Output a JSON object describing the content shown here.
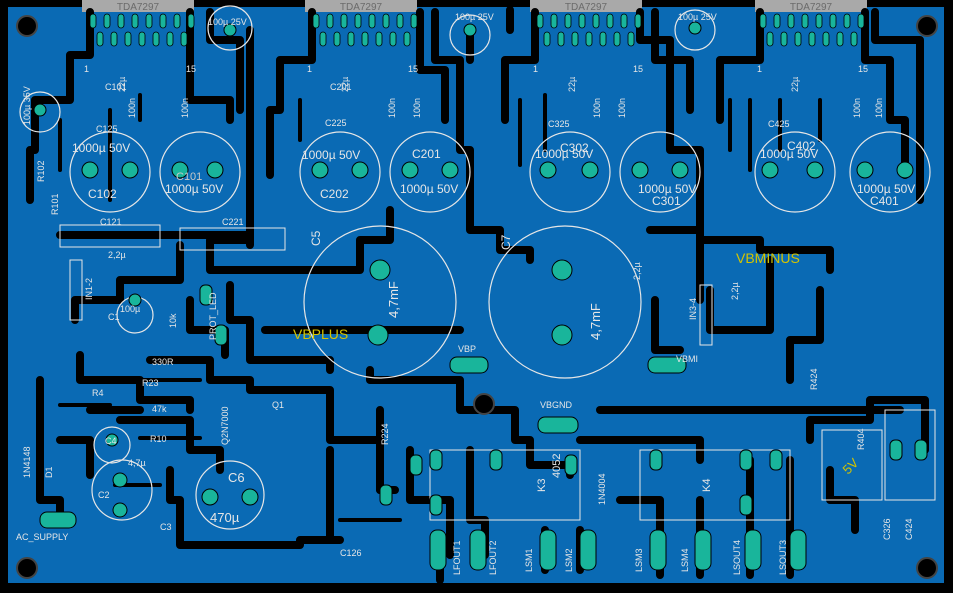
{
  "colors": {
    "background": "#000000",
    "copper": "#0a6ab4",
    "track": "#000000",
    "pad": "#19b59b",
    "silk": "#e6e6e6",
    "label": "#d4c400",
    "header": "#a9a9a9"
  },
  "header_chip_labels": [
    "TDA7297",
    "TDA7297",
    "TDA7297",
    "TDA7297"
  ],
  "pin_numbers": [
    "1",
    "15",
    "1",
    "15",
    "1",
    "15",
    "1",
    "15"
  ],
  "small_caps": [
    "100µ 25V",
    "100µ 35V",
    "100µ 25V",
    "100µ 25V",
    "100n",
    "100n",
    "100n",
    "100n",
    "100n",
    "100n",
    "100n",
    "100n",
    "22µ",
    "22µ",
    "22µ",
    "22µ",
    "R101",
    "R102",
    "C101",
    "C201"
  ],
  "big_caps": {
    "c102": {
      "name": "C102",
      "value": "1000µ 50V"
    },
    "c101": {
      "name": "C101",
      "value": "1000µ 50V"
    },
    "c202": {
      "name": "C202",
      "value": "1000µ 50V"
    },
    "c201": {
      "name": "C201",
      "value": "1000µ 50V"
    },
    "c302": {
      "name": "C302",
      "value": "1000µ 50V"
    },
    "c301": {
      "name": "C301",
      "value": "1000µ 50V"
    },
    "c402": {
      "name": "C402",
      "value": "1000µ 50V"
    },
    "c401": {
      "name": "C401",
      "value": "1000µ 50V"
    }
  },
  "side_labels": {
    "c125": "C125",
    "c225": "C225",
    "c325": "C325",
    "c425": "C425",
    "c121": "C121",
    "c221": "C221",
    "c5": "C5",
    "c7": "C7",
    "c6_name": "C6",
    "c6_value": "470µ",
    "c1": "C1",
    "c1_value": "100µ",
    "c2": "C2",
    "c4": "C4",
    "c4_value": "4,7µ",
    "c3": "C3",
    "q1": "Q1",
    "q2": "Q2N7000",
    "r23": "R23",
    "r4": "R4",
    "r3": "330R",
    "r47": "47k",
    "r10k": "10k",
    "rx": "R10",
    "prot_led": "PROT_LED",
    "k3": "K3",
    "k4": "K4",
    "relay_value": "4052",
    "d1": "1N4148",
    "d1_name": "D1",
    "d4004": "1N4004",
    "ac_supply": "AC_SUPPLY",
    "in12": "IN1-2",
    "in34": "IN3-4",
    "r424": "R424",
    "r224": "R224",
    "r404": "R404",
    "c126": "C126",
    "c326": "C326",
    "c424": "C424",
    "v5": "5V",
    "cap_4u7": "4,7mF",
    "cap_4u7b": "4,7mF",
    "vbp": "VBP",
    "vbmi": "VBMI",
    "vbgnd": "VBGND",
    "v2u2a": "2,2µ",
    "v2u2b": "2,2µ",
    "v2u2c": "2,2µ"
  },
  "net_labels": {
    "vbplus": "VBPLUS",
    "vbminus": "VBMINUS"
  },
  "connectors": [
    "LFOUT1",
    "LFOUT2",
    "LSM1",
    "LSM2",
    "LSM3",
    "LSM4",
    "LSOUT4",
    "LSOUT3"
  ]
}
